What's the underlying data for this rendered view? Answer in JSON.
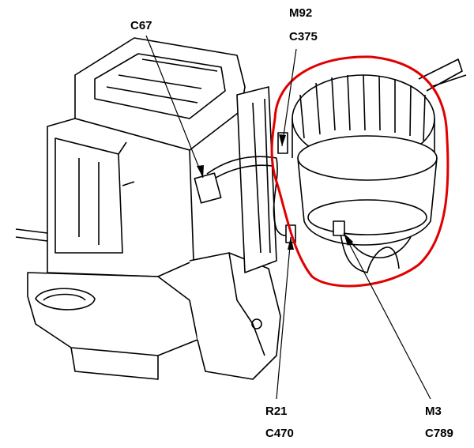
{
  "labels": {
    "c67": "C67",
    "m92": "M92",
    "c375": "C375",
    "r21": "R21",
    "c470": "C470",
    "m3": "M3",
    "c789": "C789"
  },
  "colors": {
    "highlight": "#e00000",
    "line": "#000000"
  }
}
